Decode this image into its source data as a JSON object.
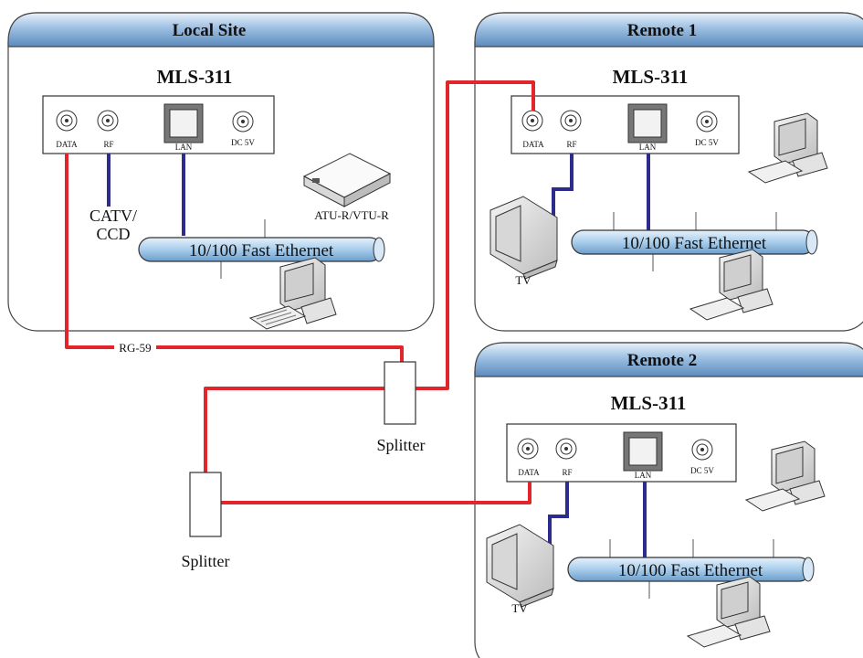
{
  "sites": {
    "local": {
      "title": "Local Site",
      "model": "MLS-311",
      "ports": {
        "data": "DATA",
        "rf": "RF",
        "lan": "LAN",
        "dc": "DC 5V"
      },
      "catv": [
        "CATV/",
        "CCD"
      ],
      "atu": "ATU-R/VTU-R",
      "ethernet": "10/100 Fast Ethernet"
    },
    "remote1": {
      "title": "Remote 1",
      "model": "MLS-311",
      "ports": {
        "data": "DATA",
        "rf": "RF",
        "lan": "LAN",
        "dc": "DC 5V"
      },
      "tv": "TV",
      "ethernet": "10/100 Fast Ethernet"
    },
    "remote2": {
      "title": "Remote 2",
      "model": "MLS-311",
      "ports": {
        "data": "DATA",
        "rf": "RF",
        "lan": "LAN",
        "dc": "DC 5V"
      },
      "tv": "TV",
      "ethernet": "10/100 Fast Ethernet"
    }
  },
  "cable": {
    "label": "RG-59",
    "color": "#e0262b"
  },
  "splitters": {
    "first": "Splitter",
    "second": "Splitter"
  },
  "colors": {
    "header": "#6d9cc9",
    "ethernet_cable": "#2c2c8c",
    "bus": "#9cc3e6"
  }
}
